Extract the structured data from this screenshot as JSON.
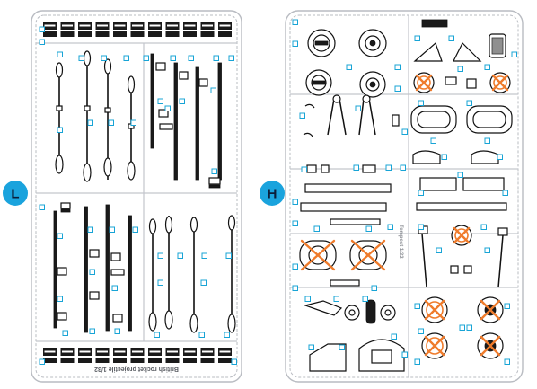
{
  "sprues": [
    {
      "id": "L",
      "badge": "L",
      "label": "British rocket projectile 1/32"
    },
    {
      "id": "H",
      "badge": "H",
      "label": "Tempest 1/32"
    }
  ],
  "colors": {
    "badge": "#1aa3dd",
    "badge_text": "#0b1e3a",
    "part_number": "#18a4d6",
    "removed_marker": "#ef7b2b",
    "sprue_frame": "#b9bcc2"
  },
  "icons": {
    "unused_part_marker": "orange-x-cross-icon",
    "part_number_tag": "blue-square-tag-icon"
  }
}
